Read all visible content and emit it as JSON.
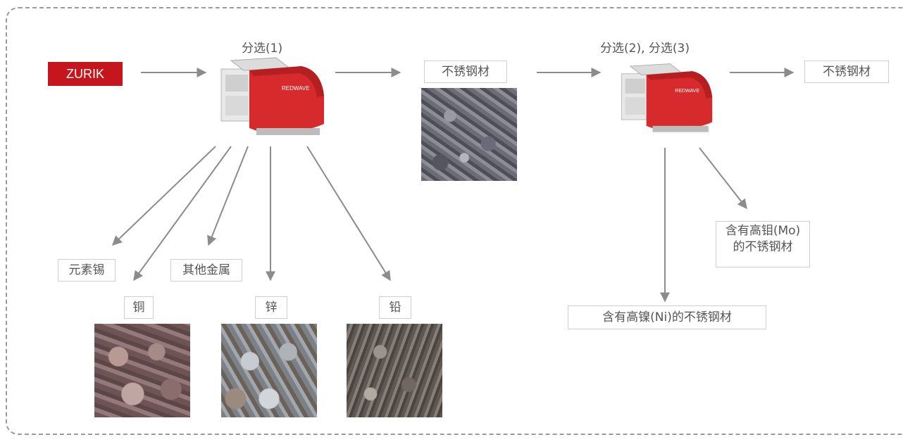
{
  "source": {
    "label": "ZURIK"
  },
  "steps": {
    "step1": "分选(1)",
    "step23": "分选(2), 分选(3)"
  },
  "machine": {
    "brand": "REDWAVE"
  },
  "outputs": {
    "stainless_mid": "不锈钢材",
    "stainless_final": "不锈钢材",
    "tin": "元素锡",
    "copper": "铜",
    "other_metals": "其他金属",
    "zinc": "锌",
    "lead": "铅",
    "mo_line1": "含有高钼(Mo)",
    "mo_line2": "的不锈钢材",
    "ni": "含有高镍(Ni)的不锈钢材"
  },
  "colors": {
    "brand_red": "#c4161c",
    "arrow": "#8c8c8c",
    "machine_red": "#d62a2c"
  }
}
